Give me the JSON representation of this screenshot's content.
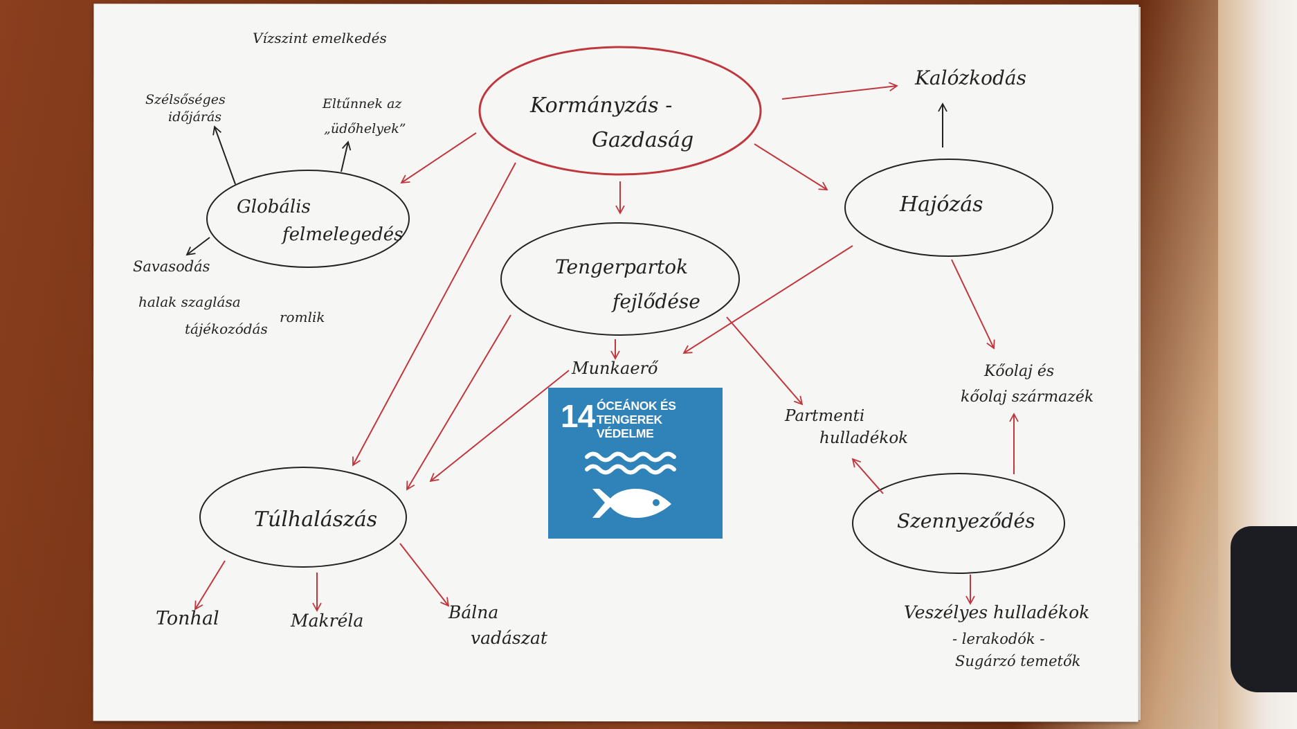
{
  "diagram": {
    "nodes": {
      "center": [
        "Kormányzás -",
        "Gazdaság"
      ],
      "warming": [
        "Globális",
        "felmelegedés"
      ],
      "shipping": "Hajózás",
      "coast": [
        "Tengerpartok",
        "fejlődése"
      ],
      "overfishing": "Túlhalászás",
      "pollution": "Szennyeződés"
    },
    "labels": {
      "sea_level": "Vízszint emelkedés",
      "weather": [
        "Szélsőséges",
        "időjárás"
      ],
      "habitats": [
        "Eltűnnek az",
        "„üdőhelyek”"
      ],
      "acidification": "Savasodás",
      "fish_sense": [
        "halak szaglása",
        "tájékozódás"
      ],
      "worsens": "romlik",
      "piracy": "Kalózkodás",
      "labour": "Munkaerő",
      "oil": [
        "Kőolaj és",
        "kőolaj származék"
      ],
      "coastal_waste": [
        "Partmenti",
        "hulladékok"
      ],
      "tuna": "Tonhal",
      "mackerel": "Makréla",
      "whaling": [
        "Bálna",
        "vadászat"
      ],
      "hazardous": [
        "Veszélyes hulladékok",
        "- lerakodók -",
        "Sugárzó temetők"
      ]
    },
    "sdg_card": {
      "number": "14",
      "title": [
        "ÓCEÁNOK ÉS",
        "TENGEREK VÉDELME"
      ],
      "color": "#2f83b8"
    },
    "colors": {
      "red": "#c0363d",
      "ink": "#222222"
    }
  }
}
